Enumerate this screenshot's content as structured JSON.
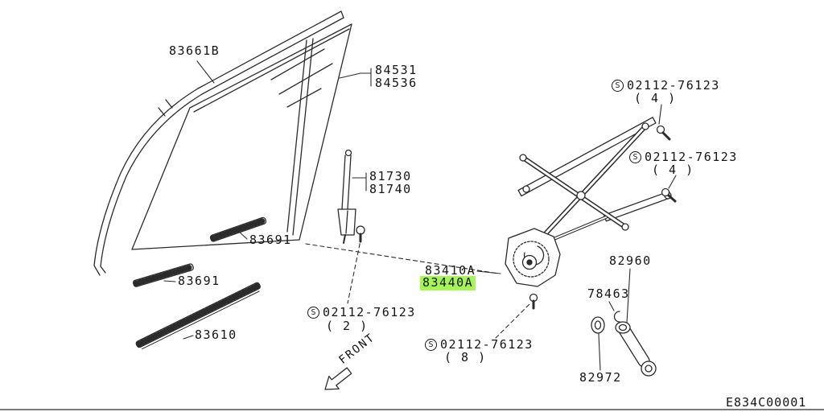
{
  "meta": {
    "drawing_code": "E834C00001",
    "front_label": "FRONT",
    "s_symbol": "S"
  },
  "highlight": {
    "color": "#a6f455",
    "style": "background-color:#a6f455;"
  },
  "parts": {
    "glass_run": "83661B",
    "glass_upper": "84531",
    "glass_lower": "84536",
    "guide_channel_upper": "81730",
    "guide_channel_lower": "81740",
    "weatherstrip_inner": "83691",
    "weatherstrip_outer": "83691",
    "weatherstrip_lower": "83610",
    "regulator": "83410A",
    "regulator_assembly": "83440A",
    "handle": "82960",
    "handle_clip": "78463",
    "handle_escutcheon": "82972"
  },
  "screws": {
    "s2": {
      "number": "02112-76123",
      "qty": "( 2 )"
    },
    "s4a": {
      "number": "02112-76123",
      "qty": "( 4 )"
    },
    "s4b": {
      "number": "02112-76123",
      "qty": "( 4 )"
    },
    "s8": {
      "number": "02112-76123",
      "qty": "( 8 )"
    }
  }
}
